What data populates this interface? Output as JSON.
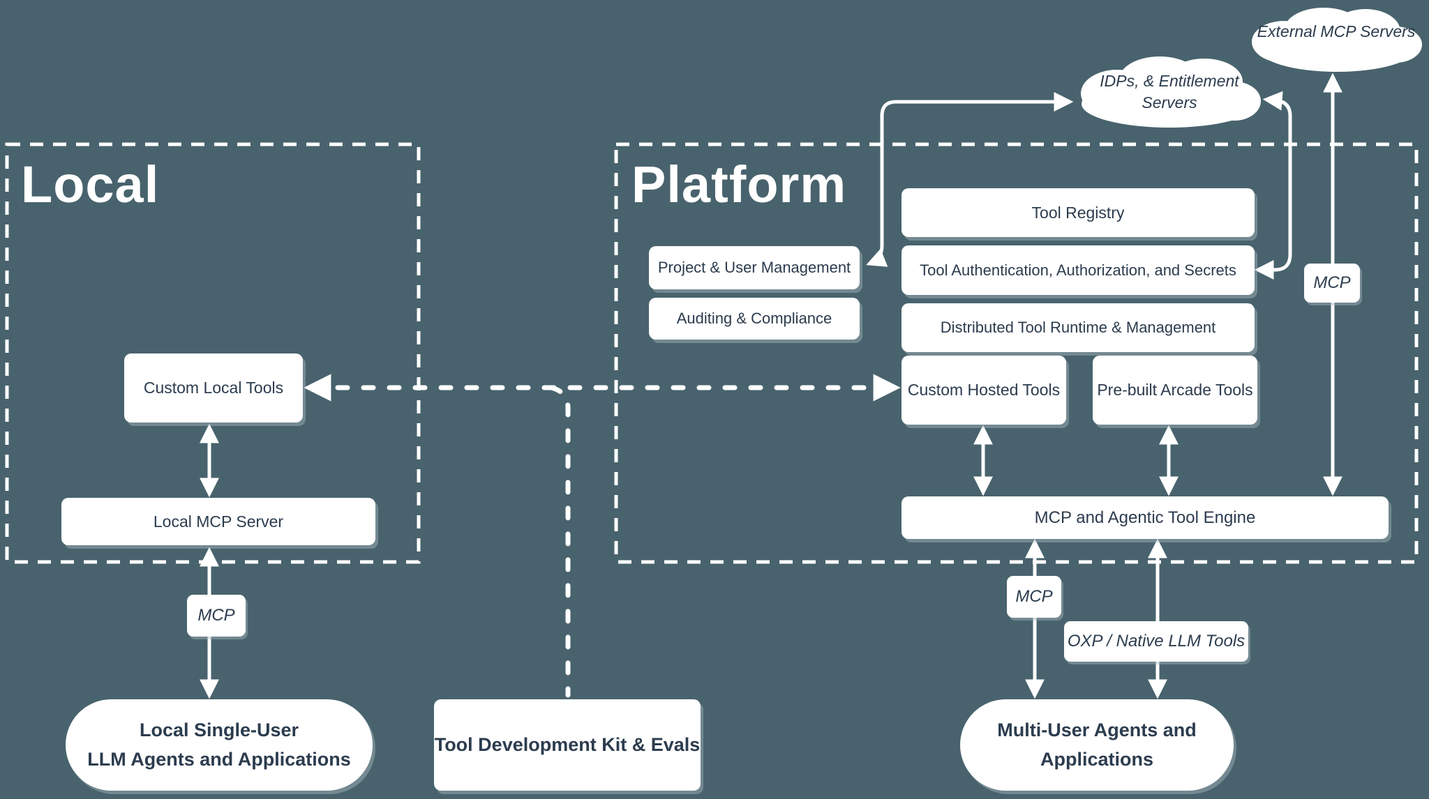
{
  "colors": {
    "background": "#48636d",
    "box_fill": "#ffffff",
    "box_text": "#2c3c4e",
    "line_color": "#ffffff"
  },
  "groups": {
    "local": {
      "title": "Local"
    },
    "platform": {
      "title": "Platform"
    }
  },
  "clouds": {
    "external_mcp": {
      "label": "External MCP Servers"
    },
    "idps": {
      "line1": "IDPs, & Entitlement",
      "line2": "Servers"
    }
  },
  "nodes": {
    "custom_local_tools": {
      "label": "Custom Local Tools"
    },
    "local_mcp_server": {
      "label": "Local MCP Server"
    },
    "tool_registry": {
      "label": "Tool Registry"
    },
    "project_user_management": {
      "label": "Project & User Management"
    },
    "tool_authentication": {
      "label": "Tool Authentication, Authorization, and Secrets"
    },
    "auditing_compliance": {
      "label": "Auditing & Compliance"
    },
    "distributed_runtime": {
      "label": "Distributed Tool Runtime & Management"
    },
    "custom_hosted_tools": {
      "label": "Custom Hosted Tools"
    },
    "prebuilt_arcade_tools": {
      "label": "Pre-built Arcade Tools"
    },
    "mcp_engine": {
      "label": "MCP and Agentic Tool Engine"
    },
    "tool_dev_kit": {
      "label": "Tool Development Kit & Evals"
    },
    "local_agents": {
      "line1": "Local Single-User",
      "line2": "LLM Agents and Applications"
    },
    "multi_user_agents": {
      "line1": "Multi-User Agents and",
      "line2": "Applications"
    }
  },
  "edge_labels": {
    "mcp_local": "MCP",
    "mcp_external": "MCP",
    "mcp_engine": "MCP",
    "oxp": "OXP / Native LLM Tools"
  }
}
